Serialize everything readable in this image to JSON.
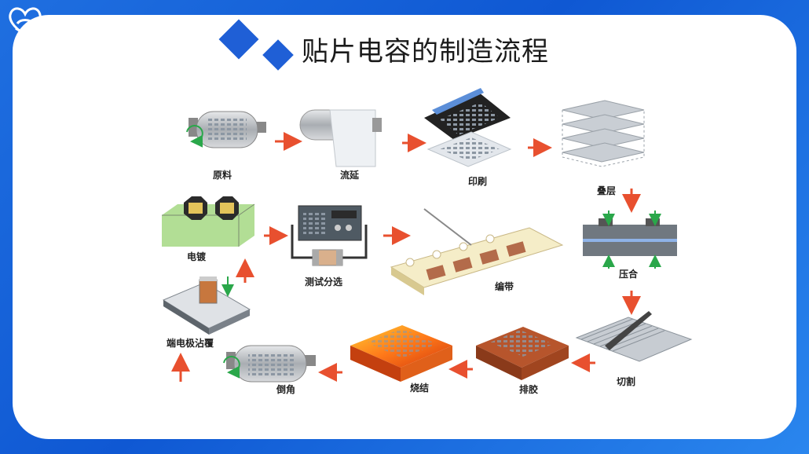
{
  "title": "贴片电容的制造流程",
  "steps": {
    "raw": "原料",
    "casting": "流延",
    "printing": "印刷",
    "stacking": "叠层",
    "pressing": "压合",
    "cutting": "切割",
    "debinding": "排胶",
    "sintering": "烧结",
    "chamfering": "倒角",
    "termination": "端电极沾覆",
    "plating": "电镀",
    "testing": "测试分选",
    "taping": "编带"
  },
  "colors": {
    "background": "#1565dc",
    "card": "#ffffff",
    "arrow": "#e8502f",
    "green_arrow": "#2aa74a",
    "title_diamond": "#1f5fd6"
  }
}
